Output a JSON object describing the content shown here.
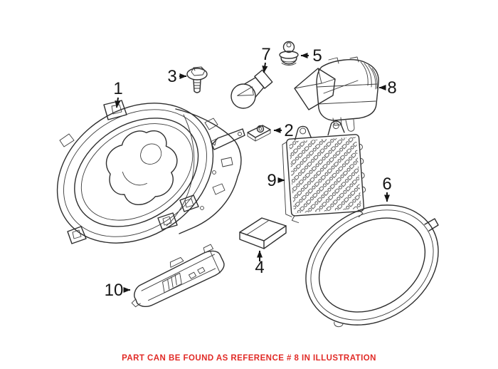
{
  "note": {
    "text": "PART CAN BE FOUND AS REFERENCE # 8 IN ILLUSTRATION"
  },
  "colors": {
    "note_red": "#e12a26",
    "line_art": "#2e2e2e",
    "background": "#ffffff"
  },
  "callouts": [
    {
      "ref": "1"
    },
    {
      "ref": "2"
    },
    {
      "ref": "3"
    },
    {
      "ref": "4"
    },
    {
      "ref": "5"
    },
    {
      "ref": "6"
    },
    {
      "ref": "7"
    },
    {
      "ref": "8"
    },
    {
      "ref": "9"
    },
    {
      "ref": "10"
    }
  ]
}
